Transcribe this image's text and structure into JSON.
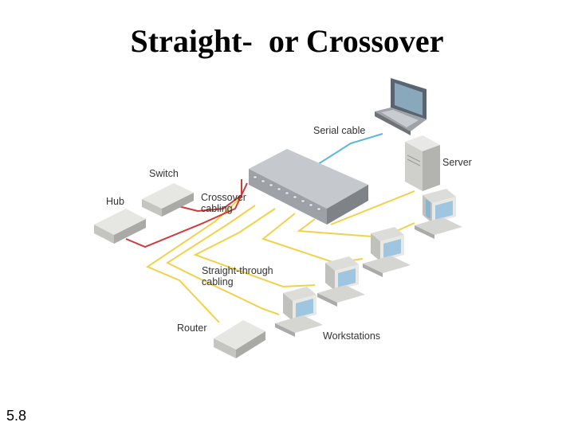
{
  "slide": {
    "title": "Straight-  or Crossover",
    "number": "5.8"
  },
  "diagram": {
    "labels": {
      "serial_cable": "Serial cable",
      "server": "Server",
      "switch": "Switch",
      "hub": "Hub",
      "crossover_1": "Crossover",
      "crossover_2": "cabling",
      "straight_1": "Straight-through",
      "straight_2": "cabling",
      "router": "Router",
      "workstations": "Workstations"
    },
    "colors": {
      "crossover_cable": "#d03a3a",
      "straight_cable": "#f2d14a",
      "serial_cable": "#5bb7d8"
    },
    "icons": [
      "laptop-icon",
      "server-icon",
      "switch-device-icon",
      "hub-device-icon",
      "router-device-icon",
      "workstation-icon"
    ]
  }
}
